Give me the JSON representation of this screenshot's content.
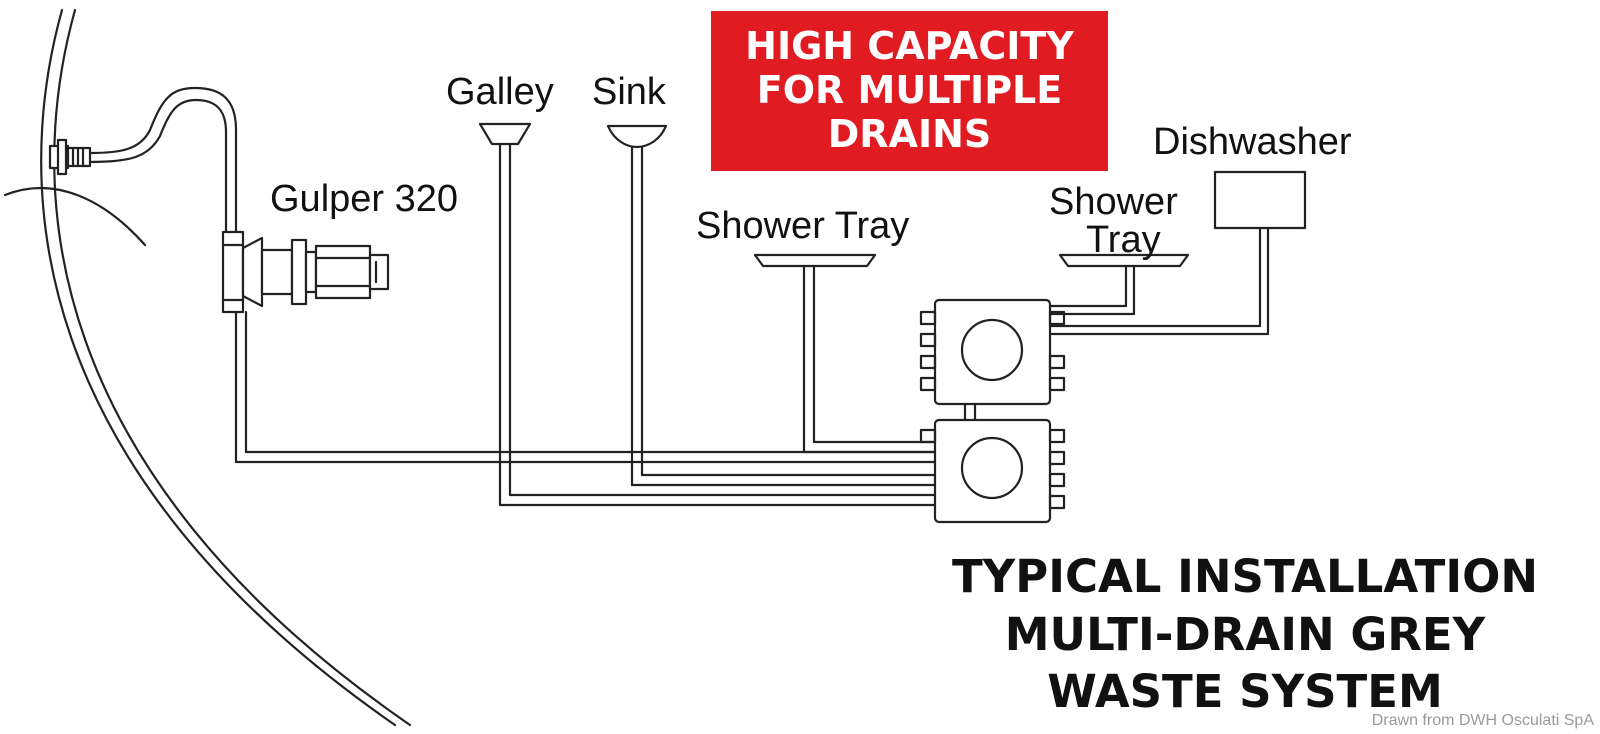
{
  "colors": {
    "banner_bg": "#e11b22",
    "line": "#222222",
    "background": "#ffffff"
  },
  "banner": {
    "lines": [
      "HIGH CAPACITY",
      "FOR MULTIPLE",
      "DRAINS"
    ]
  },
  "labels": {
    "pump": "Gulper 320",
    "galley": "Galley",
    "sink": "Sink",
    "shower_tray_1": "Shower Tray",
    "shower_tray_2_line1": "Shower",
    "shower_tray_2_line2": "Tray",
    "dishwasher": "Dishwasher"
  },
  "title": {
    "lines": [
      "TYPICAL INSTALLATION",
      "MULTI-DRAIN GREY",
      "WASTE SYSTEM"
    ]
  },
  "credit": "Drawn from DWH Osculati SpA"
}
